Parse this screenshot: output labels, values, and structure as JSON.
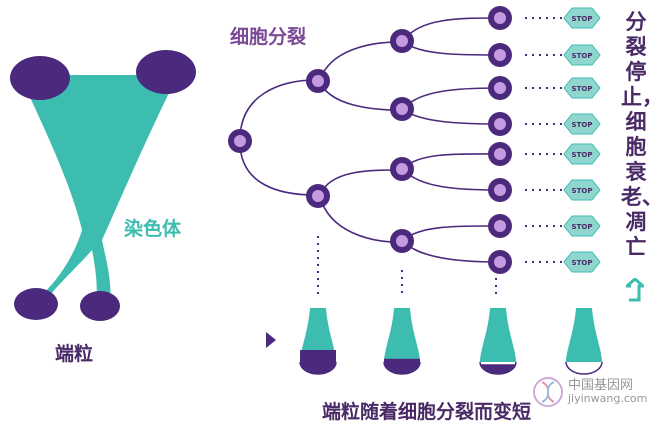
{
  "labels": {
    "cell_division": "细胞分裂",
    "chromosome": "染色体",
    "telomere": "端粒",
    "caption": "端粒随着细胞分裂而变短",
    "side_text": "分裂停止，细胞衰老、凋亡"
  },
  "stop_sign_text": "STOP",
  "watermark": {
    "name": "中国基因网",
    "url": "jiyinwang.com"
  },
  "colors": {
    "teal": "#3dbdb0",
    "purple": "#4b2a7e",
    "light_purple": "#9b6bc0",
    "dark_text": "#4a2a66",
    "stop_fill": "#8fd6cf"
  },
  "telomere_stages": [
    {
      "name": "stage-1",
      "telomere_level": 1.0
    },
    {
      "name": "stage-2",
      "telomere_level": 0.6
    },
    {
      "name": "stage-3",
      "telomere_level": 0.35
    },
    {
      "name": "stage-4",
      "telomere_level": 0.0
    }
  ]
}
